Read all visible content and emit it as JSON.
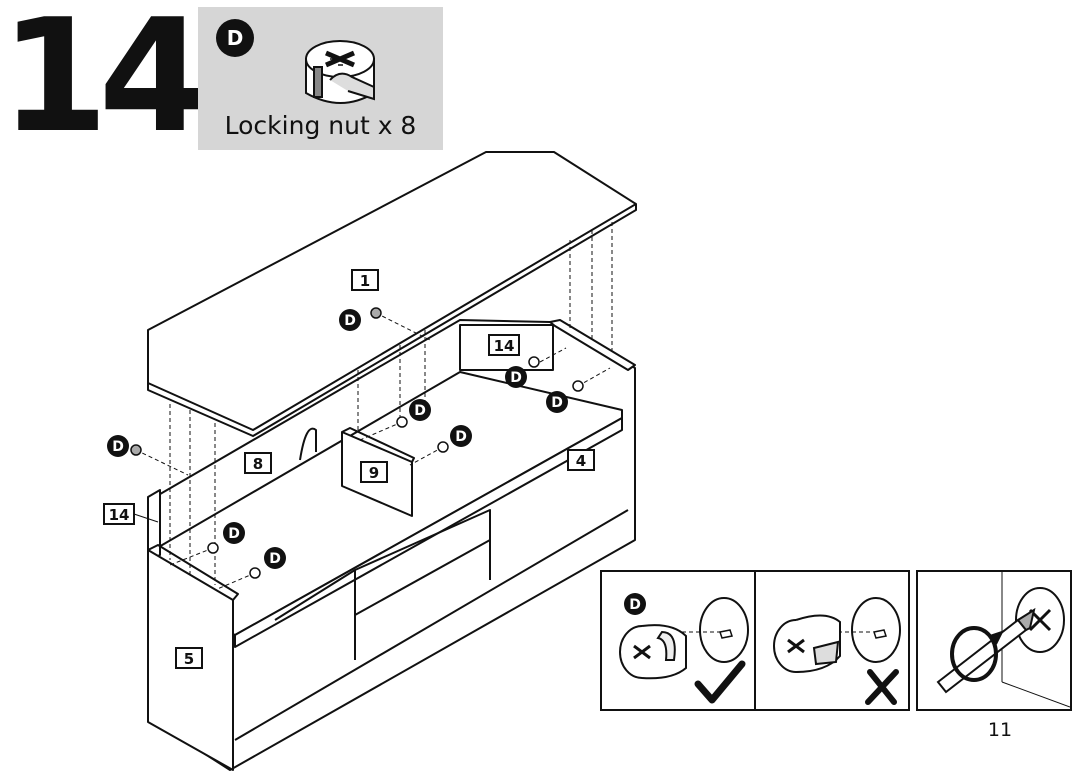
{
  "step": {
    "number": "14"
  },
  "parts": {
    "badge": "D",
    "caption": "Locking nut x 8"
  },
  "panels": {
    "top": "1",
    "back_left": "8",
    "back_right": "4",
    "divider": "9",
    "side_left": "14",
    "side_right": "14",
    "end": "5"
  },
  "nut_badge": "D",
  "details": {
    "badge": "D",
    "correct_icon": "checkmark-icon",
    "wrong_icon": "cross-icon",
    "tool_icon": "screwdriver-icon"
  },
  "page": {
    "number": "11"
  }
}
